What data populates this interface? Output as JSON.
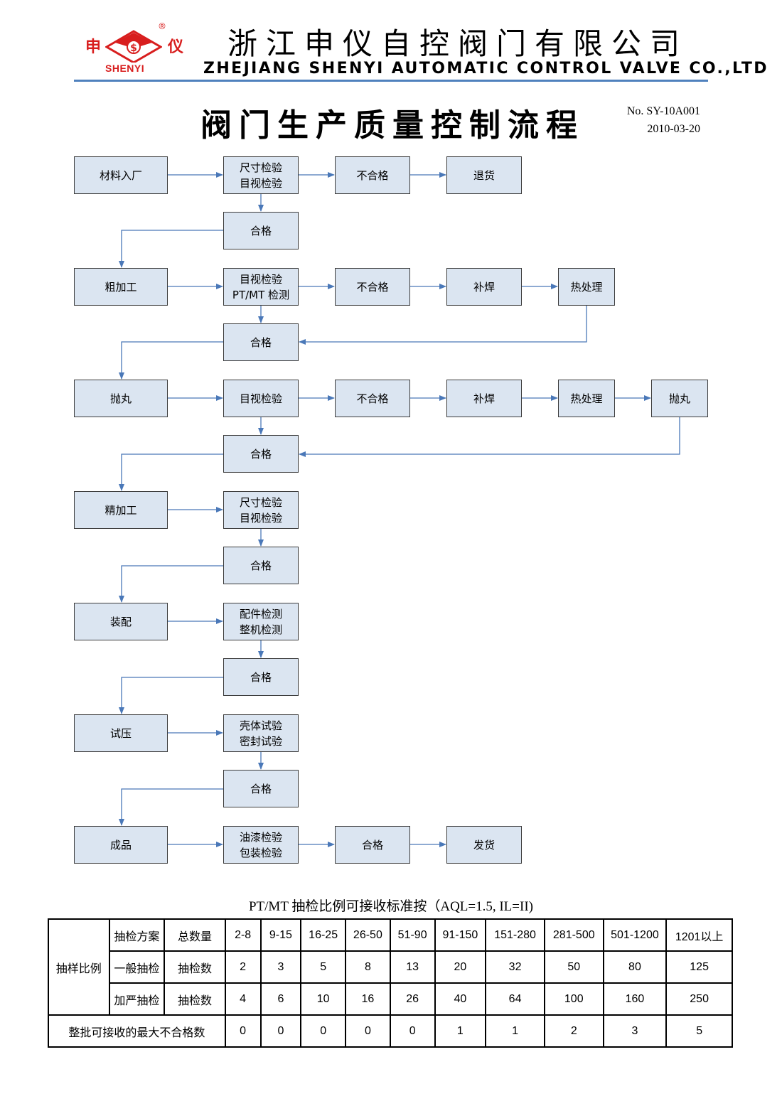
{
  "header": {
    "logo_left": "申",
    "logo_right": "仪",
    "logo_registered": "®",
    "logo_en": "SHENYI",
    "company_cn": "浙江申仪自控阀门有限公司",
    "company_en": "ZHEJIANG SHENYI AUTOMATIC CONTROL VALVE CO.,LTD"
  },
  "doc": {
    "title": "阀门生产质量控制流程",
    "number": "No. SY-10A001",
    "date": "2010-03-20"
  },
  "flow": {
    "row1": {
      "stage": "材料入厂",
      "check_l1": "尺寸检验",
      "check_l2": "目视检验",
      "fail": "不合格",
      "action1": "退货",
      "pass": "合格"
    },
    "row2": {
      "stage": "粗加工",
      "check_l1": "目视检验",
      "check_l2": "PT/MT 检测",
      "fail": "不合格",
      "action1": "补焊",
      "action2": "热处理",
      "pass": "合格"
    },
    "row3": {
      "stage": "抛丸",
      "check_l1": "目视检验",
      "fail": "不合格",
      "action1": "补焊",
      "action2": "热处理",
      "action3": "抛丸",
      "pass": "合格"
    },
    "row4": {
      "stage": "精加工",
      "check_l1": "尺寸检验",
      "check_l2": "目视检验",
      "pass": "合格"
    },
    "row5": {
      "stage": "装配",
      "check_l1": "配件检测",
      "check_l2": "整机检测",
      "pass": "合格"
    },
    "row6": {
      "stage": "试压",
      "check_l1": "壳体试验",
      "check_l2": "密封试验",
      "pass": "合格"
    },
    "row7": {
      "stage": "成品",
      "check_l1": "油漆检验",
      "check_l2": "包装检验",
      "pass": "合格",
      "action1": "发货"
    }
  },
  "aql_table": {
    "title": "PT/MT 抽检比例可接收标准按（AQL=1.5, IL=II)",
    "group_label": "抽样比例",
    "row_header": {
      "c1": "抽检方案",
      "c2": "总数量",
      "values": [
        "2-8",
        "9-15",
        "16-25",
        "26-50",
        "51-90",
        "91-150",
        "151-280",
        "281-500",
        "501-1200",
        "1201以上"
      ]
    },
    "row_general": {
      "c1": "一般抽检",
      "c2": "抽检数",
      "values": [
        "2",
        "3",
        "5",
        "8",
        "13",
        "20",
        "32",
        "50",
        "80",
        "125"
      ]
    },
    "row_tight": {
      "c1": "加严抽检",
      "c2": "抽检数",
      "values": [
        "4",
        "6",
        "10",
        "16",
        "26",
        "40",
        "64",
        "100",
        "160",
        "250"
      ]
    },
    "row_accept": {
      "label": "整批可接收的最大不合格数",
      "values": [
        "0",
        "0",
        "0",
        "0",
        "0",
        "1",
        "1",
        "2",
        "3",
        "5"
      ]
    }
  }
}
